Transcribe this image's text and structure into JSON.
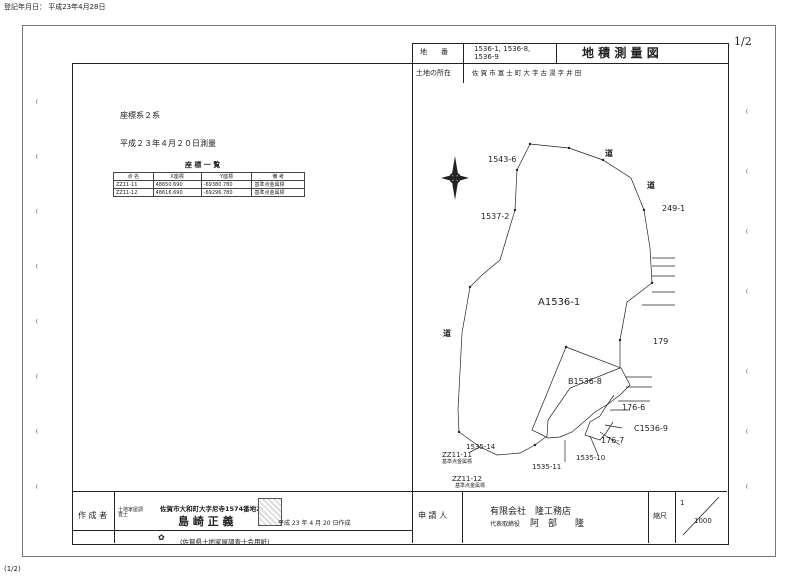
{
  "top_meta": {
    "registration_date": "登記年月日：  平成23年4月28日"
  },
  "page_fraction": "1/2",
  "page_footer": "(1/2)",
  "header": {
    "chiban_label": "地　　番",
    "chiban_value_1": "1536-1, 1536-8,",
    "chiban_value_2": "1536-9",
    "title": "地 積 測 量 図",
    "location_label": "土地の所在",
    "location_value": "佐 賀 市 富 士 町 大 字 古 湯 字 井 田"
  },
  "left_panel": {
    "coordinate_system": "座標系２系",
    "survey_date": "平成２３年４月２０日測量",
    "table_title": "座 標 一 覧",
    "table_headers": [
      "点 名",
      "X座標",
      "Y座標",
      "備 考"
    ],
    "table_rows": [
      [
        "ZZ11-11",
        "48650.690",
        "-69380.780",
        "基準点金属標"
      ],
      [
        "ZZ11-12",
        "48616.690",
        "-69296.780",
        "基準点金属標"
      ]
    ]
  },
  "map_labels": {
    "parcel_1543_6": "1543-6",
    "parcel_1537_2": "1537-2",
    "parcel_249_1": "249-1",
    "parcel_a1536_1": "A1536-1",
    "parcel_179": "179",
    "parcel_b1536_8": "B1536-8",
    "parcel_176_6": "176-6",
    "parcel_c1536_9": "C1536-9",
    "parcel_176_7": "176-7",
    "parcel_1535_10": "1535-10",
    "parcel_1535_11": "1535-11",
    "parcel_1535_14": "1535-14",
    "road_1": "道",
    "road_2": "道",
    "road_3": "道",
    "ref_zz11_11": "ZZ11-11",
    "ref_zz11_11_note": "基準点金属標",
    "ref_zz11_12": "ZZ11-12",
    "ref_zz11_12_note": "基準点金属標"
  },
  "footer": {
    "preparer_label": "作 成 者",
    "preparer_title": "土地家屋調査士",
    "preparer_address": "佐賀市大和町大字尼寺1574番地2",
    "preparer_name": "島 崎 正 義",
    "created_date": "平成 23 年  4 月 20 日作成",
    "association": "(佐賀県土地家屋調査士会用紙)",
    "applicant_label": "申 請 人",
    "applicant_company": "有限会社　隆工務店",
    "applicant_rep_title": "代表取締役",
    "applicant_rep_name": "阿　部　　隆",
    "scale_label": "縮尺",
    "scale_numerator": "1",
    "scale_denominator": "1000"
  },
  "colors": {
    "ink": "#222222",
    "paper": "#ffffff",
    "grid": "#444444"
  }
}
